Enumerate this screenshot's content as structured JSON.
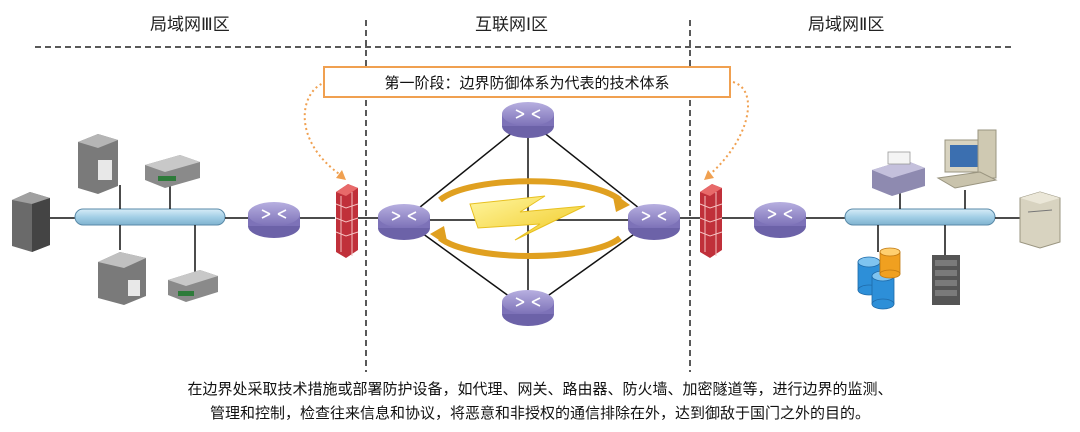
{
  "zones": {
    "left": "局域网Ⅲ区",
    "center": "互联网Ⅰ区",
    "right": "局域网Ⅱ区"
  },
  "callout": "第一阶段：边界防御体系为代表的技术体系",
  "caption": {
    "line1": "在边界处采取技术措施或部署防护设备，如代理、网关、路由器、防火墙、加密隧道等，进行边界的监测、",
    "line2": "管理和控制，检查往来信息和协议，将恶意和非授权的通信排除在外，达到御敌于国门之外的目的。"
  },
  "colors": {
    "router": "#8f86c8",
    "firewall": "#c0303a",
    "bus": "#a9d3ea",
    "ring": "#e0a020",
    "lightning": "#f3dd30",
    "callout_border": "#f0a050"
  }
}
